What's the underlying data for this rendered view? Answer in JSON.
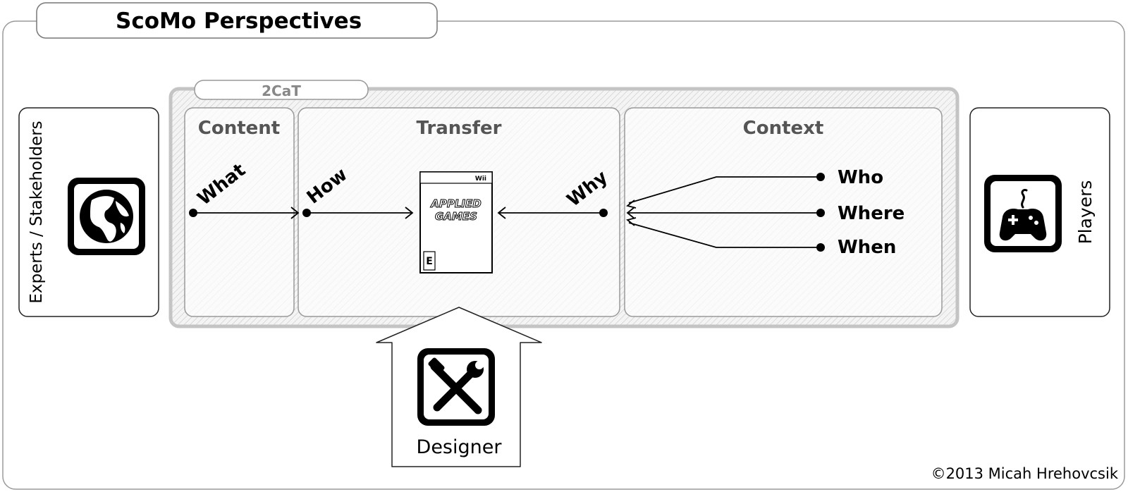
{
  "title": "ScoMo Perspectives",
  "frame_label": "2CaT",
  "sections": {
    "content": "Content",
    "transfer": "Transfer",
    "context": "Context"
  },
  "left_panel": {
    "label": "Experts / Stakeholders",
    "icon": "globe-icon"
  },
  "right_panel": {
    "label": "Players",
    "icon": "gamepad-icon"
  },
  "designer": {
    "label": "Designer",
    "icon": "tools-icon"
  },
  "flow_labels": {
    "what": "What",
    "how": "How",
    "why": "Why",
    "who": "Who",
    "where": "Where",
    "when": "When"
  },
  "game_box": {
    "brand": "Wii",
    "title_line1": "APPLIED",
    "title_line2": "GAMES",
    "rating": "E"
  },
  "copyright": "©2013 Micah Hrehovcsik"
}
